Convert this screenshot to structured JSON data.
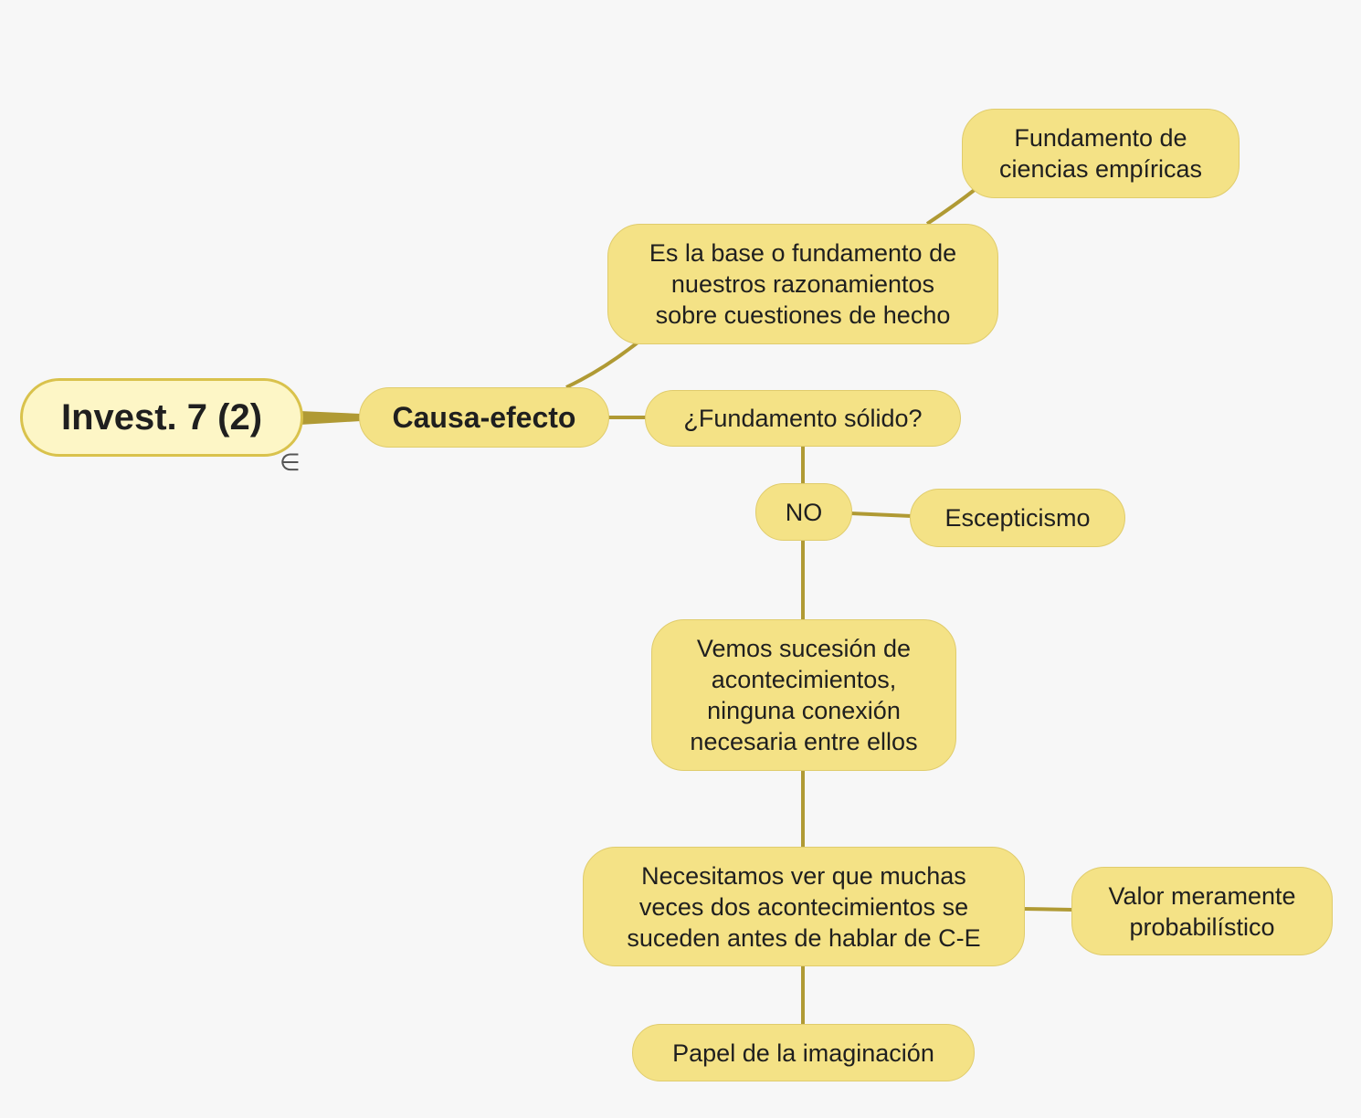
{
  "diagram": {
    "colors": {
      "node_fill": "#f4e286",
      "root_fill": "#fdf6c6",
      "connector": "#b09a34"
    },
    "collapse_icon": "collapse-branch-icon",
    "nodes": {
      "root": "Invest. 7 (2)",
      "causa_efecto": "Causa-efecto",
      "es_la_base": "Es la base o fundamento de\nnuestros razonamientos\nsobre cuestiones de hecho",
      "fundamento_ciencias": "Fundamento de\nciencias empíricas",
      "fundamento_solido": "¿Fundamento sólido?",
      "no": "NO",
      "escepticismo": "Escepticismo",
      "vemos_sucesion": "Vemos sucesión de\nacontecimientos,\nninguna conexión\nnecesaria entre ellos",
      "necesitamos_ver": "Necesitamos ver que muchas\nveces dos acontecimientos se\nsuceden antes de hablar de C-E",
      "valor_probabilistico": "Valor meramente\nprobabilístico",
      "papel_imaginacion": "Papel de la imaginación"
    }
  }
}
